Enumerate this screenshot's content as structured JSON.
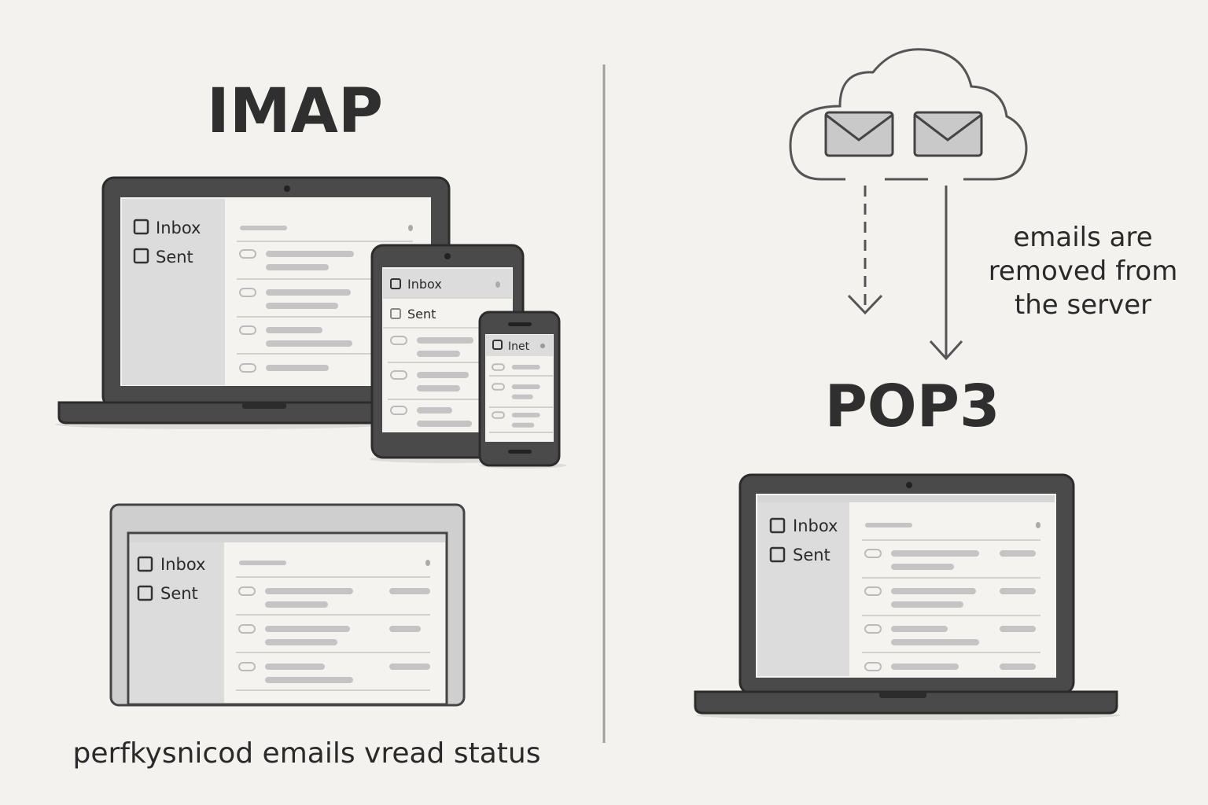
{
  "imap": {
    "title": "IMAP",
    "laptop": {
      "folders": [
        "Inbox",
        "Sent"
      ]
    },
    "tablet": {
      "folders": [
        "Inbox",
        "Sent"
      ]
    },
    "phone": {
      "folders": [
        "Inet"
      ]
    },
    "monitor": {
      "folders": [
        "Inbox",
        "Sent"
      ]
    },
    "caption": "perfkysnicod emails vread status"
  },
  "pop3": {
    "title": "POP3",
    "note_lines": [
      "emails are",
      "removed from",
      "the server"
    ],
    "laptop": {
      "folders": [
        "Inbox",
        "Sent"
      ]
    }
  },
  "colors": {
    "background": "#f3f2ef",
    "device": "#4a4a4a",
    "sidebar": "#dcdcdc",
    "text": "#2f2f2f"
  }
}
